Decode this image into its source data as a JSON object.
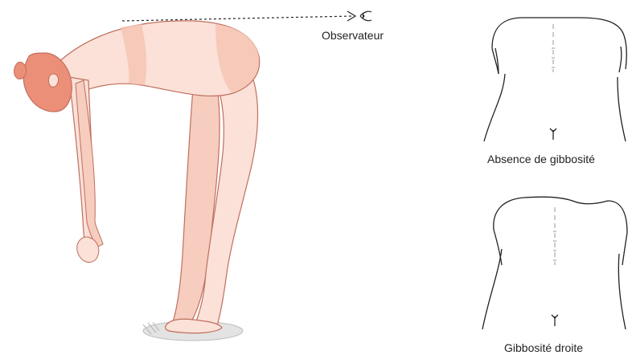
{
  "labels": {
    "observer": "Observateur",
    "no_hump": "Absence de gibbosité",
    "right_hump": "Gibbosité droite"
  },
  "colors": {
    "skin": "#fbe1d7",
    "skin_shade": "#f6c4b3",
    "hair": "#ec8f78",
    "outline": "#c06f5f",
    "ink": "#222222"
  },
  "icons": {
    "observer_eye": "eye-icon"
  }
}
